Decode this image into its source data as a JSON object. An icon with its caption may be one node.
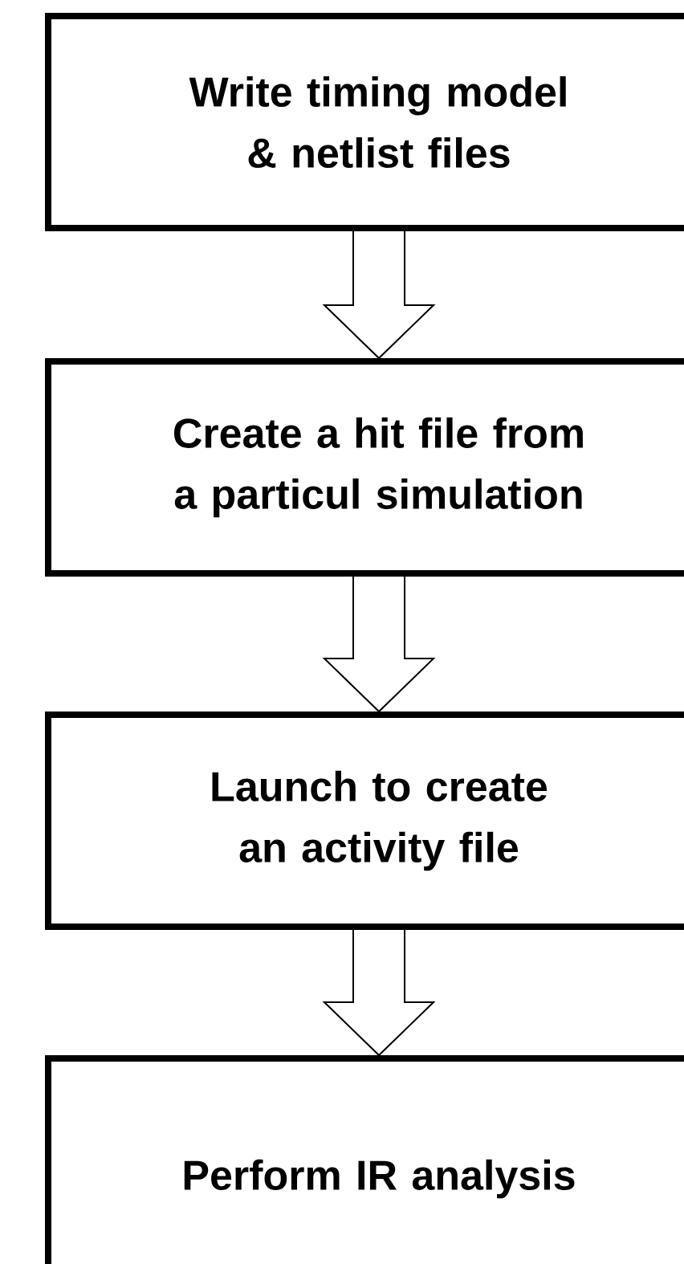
{
  "diagram": {
    "nodes": [
      {
        "text": [
          "Write timing model & netlist files"
        ]
      },
      {
        "text": [
          "Create a hit file from a particul simulation"
        ]
      },
      {
        "text": [
          "Launch to create an activity file"
        ]
      },
      {
        "text": [
          "Perform IR analysis"
        ]
      }
    ],
    "edges": [
      {
        "from": 0,
        "to": 1,
        "arrow": "to"
      },
      {
        "from": 1,
        "to": 2,
        "arrow": "to"
      },
      {
        "from": 2,
        "to": 3,
        "arrow": "to"
      }
    ]
  }
}
